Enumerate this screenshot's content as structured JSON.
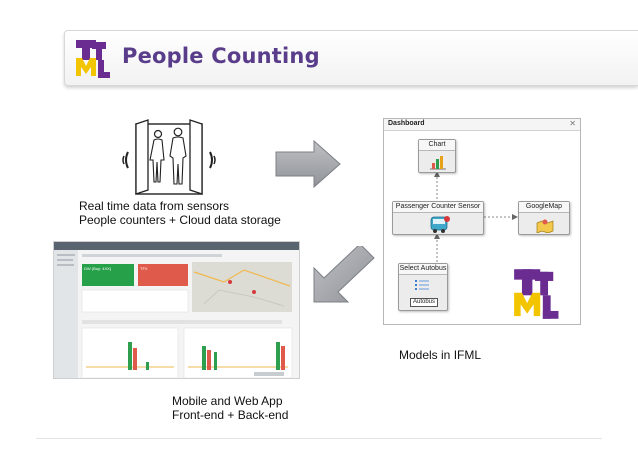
{
  "slide": {
    "title": "People Counting",
    "caption_sensors_line1": "Real time data from sensors",
    "caption_sensors_line2": "People counters + Cloud data storage",
    "caption_models": "Models in IFML",
    "caption_app_line1": "Mobile and Web App",
    "caption_app_line2": "Front-end + Back-end"
  },
  "dashboard": {
    "title": "Dashboard",
    "nodes": {
      "chart": "Chart",
      "sensor": "Passenger Counter Sensor",
      "map": "GoogleMap",
      "select": "Select Autobus",
      "select_item": "Autobus"
    }
  },
  "webapp": {
    "tile_green": "DW (Buy: 4XX)",
    "tile_red": "TFX"
  },
  "colors": {
    "title": "#5a3d8a",
    "logo_purple": "#6b2c91",
    "logo_yellow": "#f2c500",
    "arrow": "#a5a7ab",
    "tile_green": "#27a04a",
    "tile_red": "#e05a4c"
  },
  "icons": [
    "ifml-logo",
    "door-people-icon",
    "arrow-right",
    "arrow-down-left",
    "bar-chart-icon",
    "bus-icon",
    "map-icon"
  ]
}
